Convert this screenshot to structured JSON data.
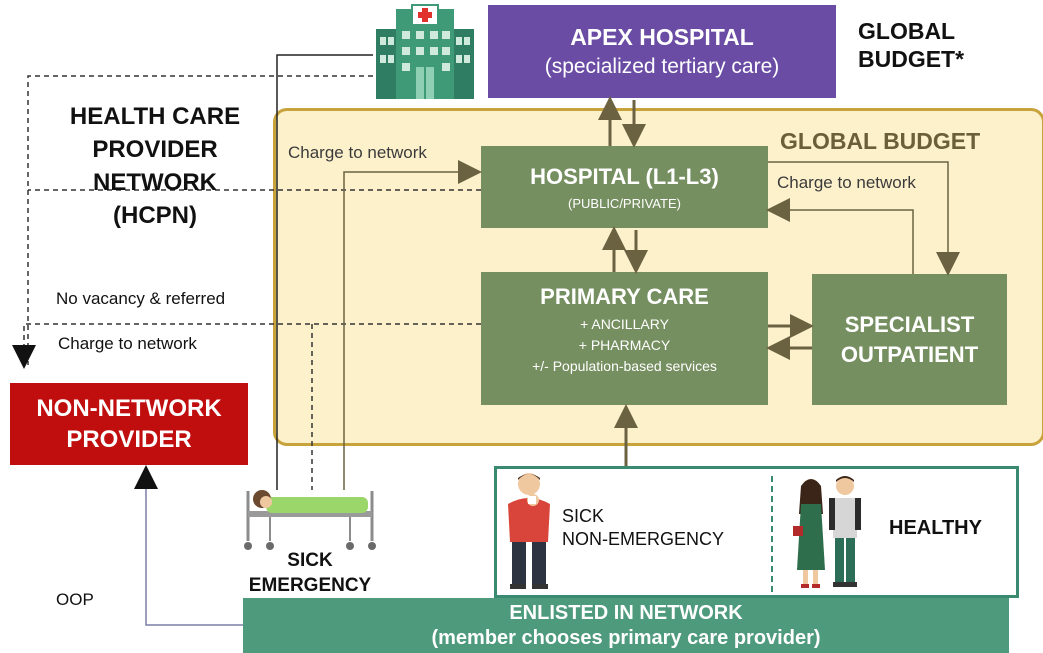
{
  "colors": {
    "apex": "#6a4ca5",
    "box_green": "#768f60",
    "network_panel_fill": "#fdf1cc",
    "network_panel_border": "#c8a23a",
    "arrow": "#6b6242",
    "non_network": "#c00d0d",
    "enlisted": "#4e9a7c",
    "teal_border": "#3a8a72"
  },
  "apex": {
    "title": "APEX HOSPITAL",
    "subtitle": "(specialized tertiary care)"
  },
  "global_budget_top": {
    "line1": "GLOBAL",
    "line2": "BUDGET*"
  },
  "hcpn": {
    "line1": "HEALTH CARE",
    "line2": "PROVIDER",
    "line3": "NETWORK",
    "line4": "(HCPN)"
  },
  "global_budget_panel": "GLOBAL BUDGET",
  "hospital": {
    "title": "HOSPITAL (L1-L3)",
    "subtitle": "(PUBLIC/PRIVATE)"
  },
  "primary_care": {
    "title": "PRIMARY CARE",
    "line1": "+ ANCILLARY",
    "line2": "+ PHARMACY",
    "line3": "+/- Population-based services"
  },
  "specialist": {
    "line1": "SPECIALIST",
    "line2": "OUTPATIENT"
  },
  "labels": {
    "charge_left": "Charge to network",
    "charge_right": "Charge to network",
    "no_vacancy": "No vacancy & referred",
    "charge_bottom": "Charge to network",
    "oop": "OOP"
  },
  "non_network": {
    "line1": "NON-NETWORK",
    "line2": "PROVIDER"
  },
  "sick_emergency": {
    "line1": "SICK",
    "line2": "EMERGENCY"
  },
  "population": {
    "sick_line1": "SICK",
    "sick_line2": "NON-EMERGENCY",
    "healthy": "HEALTHY"
  },
  "enlisted": {
    "line1": "ENLISTED IN NETWORK",
    "line2": "(member chooses primary care provider)"
  },
  "icons": [
    "hospital-building-icon",
    "stretcher-patient-icon",
    "sick-person-icon",
    "healthy-couple-icon"
  ]
}
